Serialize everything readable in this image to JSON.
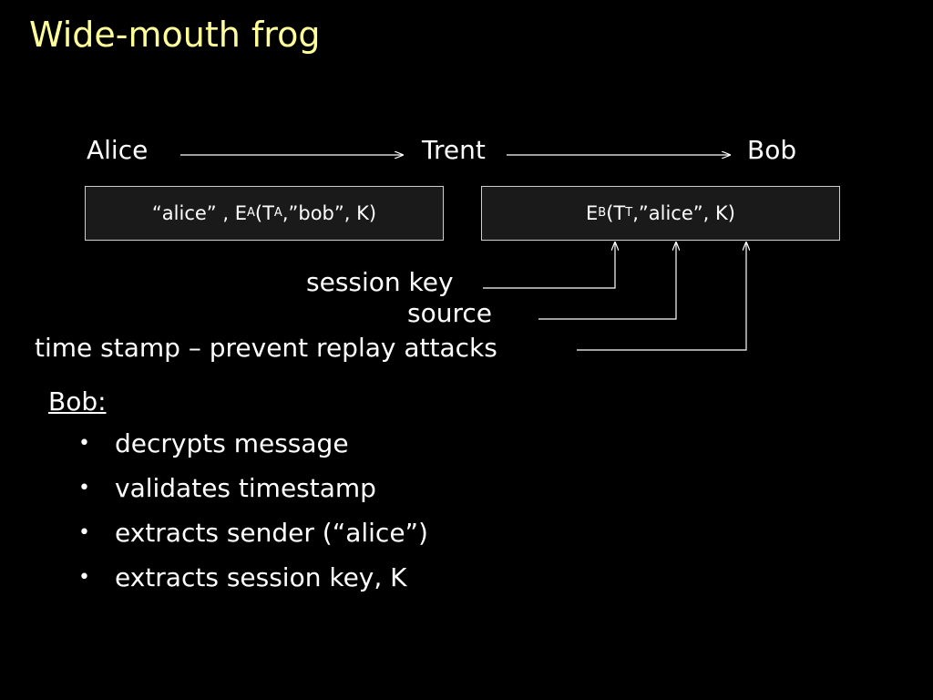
{
  "slide": {
    "title": "Wide-mouth frog"
  },
  "parties": {
    "alice": "Alice",
    "trent": "Trent",
    "bob": "Bob"
  },
  "messages": {
    "m1": {
      "open": "“alice” , E",
      "enc_sub": "A",
      "paren": "(T",
      "ts_sub": "A",
      "rest": ",”bob”, K)"
    },
    "m2": {
      "open": "E",
      "enc_sub": "B",
      "paren": "(T",
      "ts_sub": "T",
      "rest": ",”alice”, K)"
    }
  },
  "annotations": {
    "session_key": "session key",
    "source": "source",
    "time_stamp": "time stamp – prevent replay attacks"
  },
  "bob_section": {
    "heading": "Bob:",
    "bullet_glyph": "•",
    "items": [
      "decrypts message",
      "validates timestamp",
      "extracts sender (“alice”)",
      "extracts session key, K"
    ]
  },
  "colors": {
    "background": "#000000",
    "title": "#ffff99",
    "text": "#ffffff",
    "box_border": "#cfcfcf"
  }
}
